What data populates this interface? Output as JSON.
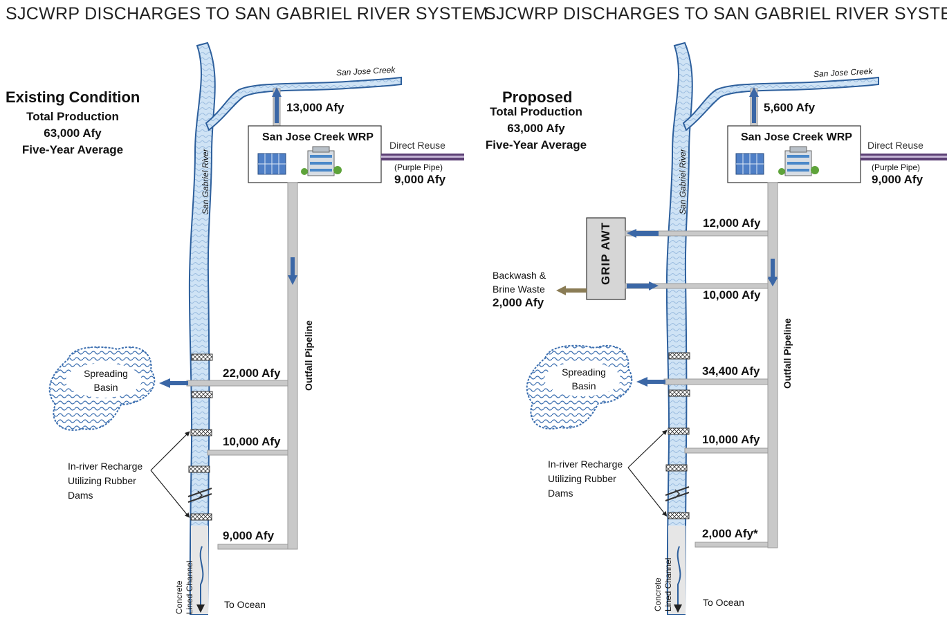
{
  "colors": {
    "river": "#c9dff3",
    "river_edge": "#2d5f9c",
    "arrow": "#3b67a6",
    "pipe": "#c9c9c9",
    "purple": "#5b3f74",
    "brine_arrow": "#8a7c55"
  },
  "left": {
    "title": "SJCWRP DISCHARGES TO SAN GABRIEL RIVER SYSTEM",
    "heading": "Existing Condition",
    "subheading": [
      "Total Production",
      "63,000 Afy",
      "Five-Year Average"
    ],
    "creek_label": "San Jose Creek",
    "river_label": "San Gabriel River",
    "wrp_name": "San Jose Creek WRP",
    "creek_flow": "13,000 Afy",
    "direct_reuse": "Direct Reuse",
    "purple_pipe": "(Purple Pipe)",
    "reuse_flow": "9,000 Afy",
    "outfall": "Outfall  Pipeline",
    "basin_label": [
      "Spreading",
      "Basin"
    ],
    "flows": [
      "22,000 Afy",
      "10,000 Afy",
      "9,000 Afy"
    ],
    "recharge": [
      "In-river Recharge",
      "Utilizing Rubber",
      "Dams"
    ],
    "channel": [
      "Concrete",
      "Lined Channel"
    ],
    "to_ocean": "To Ocean"
  },
  "right": {
    "title": "SJCWRP DISCHARGES TO SAN GABRIEL RIVER SYSTEM",
    "heading": "Proposed",
    "subheading": [
      "Total Production",
      "63,000 Afy",
      "Five-Year Average"
    ],
    "creek_label": "San Jose Creek",
    "river_label": "San Gabriel River",
    "wrp_name": "San Jose Creek WRP",
    "creek_flow": "5,600 Afy",
    "direct_reuse": "Direct Reuse",
    "purple_pipe": "(Purple Pipe)",
    "reuse_flow": "9,000 Afy",
    "outfall": "Outfall  Pipeline",
    "grip": "GRIP AWT",
    "grip_in": "12,000 Afy",
    "grip_out": "10,000 Afy",
    "brine": [
      "Backwash &",
      "Brine Waste",
      "2,000 Afy"
    ],
    "basin_label": [
      "Spreading",
      "Basin"
    ],
    "flows": [
      "34,400 Afy",
      "10,000 Afy",
      "2,000 Afy*"
    ],
    "recharge": [
      "In-river Recharge",
      "Utilizing Rubber",
      "Dams"
    ],
    "channel": [
      "Concrete",
      "Lined Channel"
    ],
    "to_ocean": "To Ocean"
  }
}
